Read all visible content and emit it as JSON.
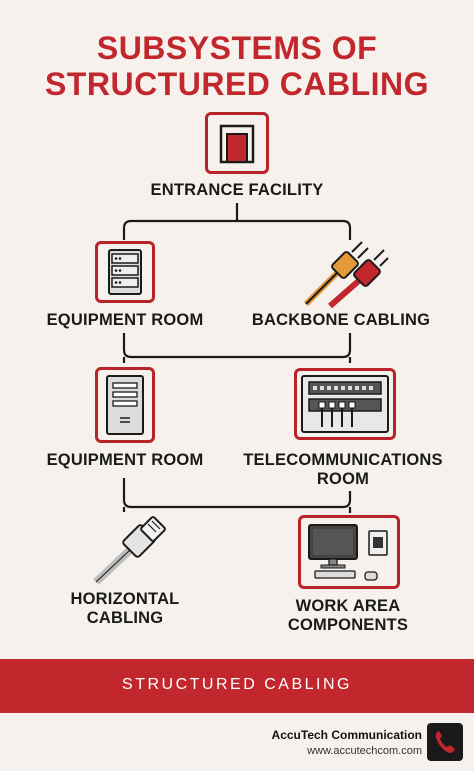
{
  "title": {
    "line1": "SUBSYSTEMS OF",
    "line2": "STRUCTURED CABLING"
  },
  "nodes": {
    "entrance": "ENTRANCE FACILITY",
    "equipment1": "EQUIPMENT ROOM",
    "backbone": "BACKBONE CABLING",
    "equipment2": "EQUIPMENT ROOM",
    "telecom_line1": "TELECOMMUNICATIONS",
    "telecom_line2": "ROOM",
    "horizontal_line1": "HORIZONTAL",
    "horizontal_line2": "CABLING",
    "workarea_line1": "WORK AREA",
    "workarea_line2": "COMPONENTS"
  },
  "footer": {
    "banner": "STRUCTURED CABLING",
    "company": "AccuTech Communication",
    "website": "www.accutechcom.com"
  },
  "colors": {
    "accent": "#c1272d",
    "background": "#f6f1ec",
    "text": "#1a1a1a"
  }
}
